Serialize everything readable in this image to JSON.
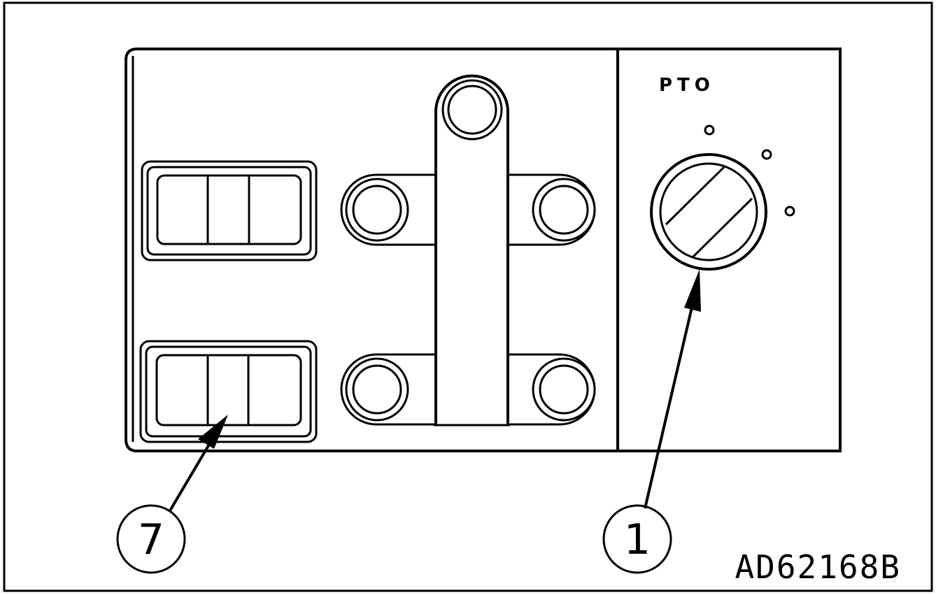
{
  "panel": {
    "dial_label": "PTO"
  },
  "callouts": [
    {
      "number": "7",
      "target": "rocker-switch-lower"
    },
    {
      "number": "1",
      "target": "pto-dial"
    }
  ],
  "figure_code": "AD62168B",
  "colors": {
    "ink": "#000000",
    "paper": "#ffffff"
  }
}
